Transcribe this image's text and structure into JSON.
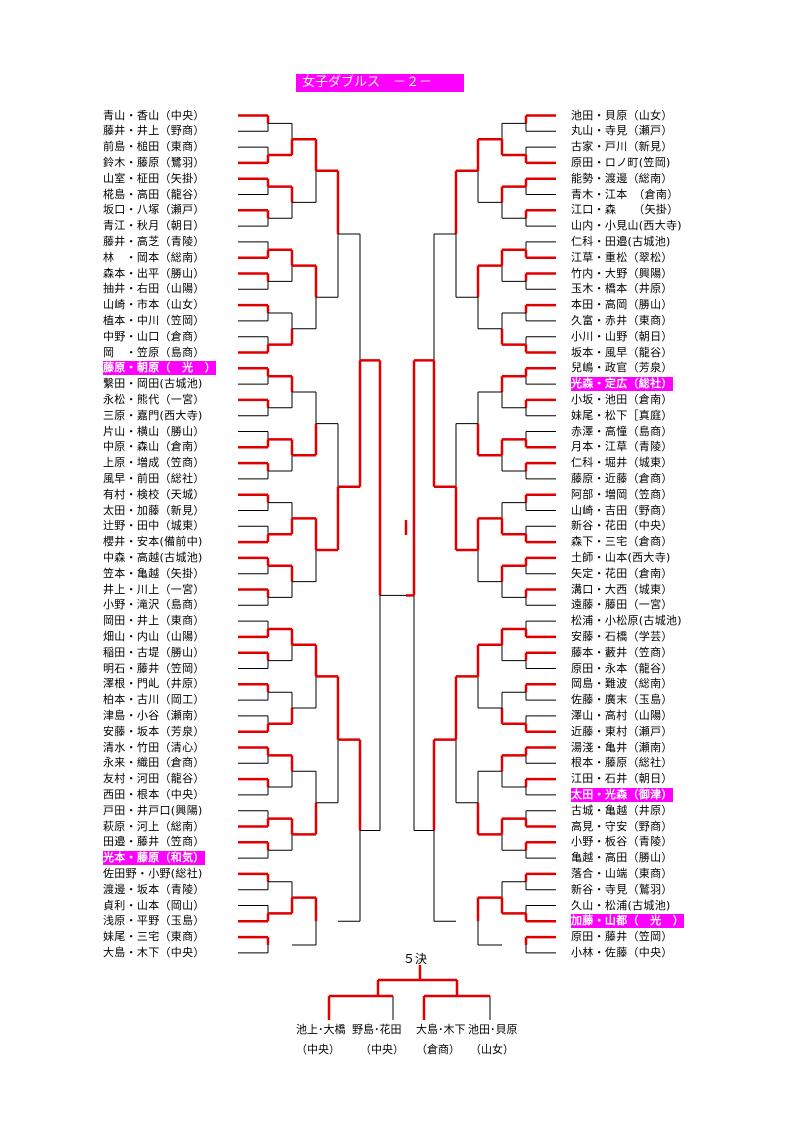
{
  "title": "女子ダブルス　－２－",
  "final_heading": "５決",
  "colors": {
    "highlight": "#ff00ff",
    "winner_line": "#e00000",
    "line": "#000000"
  },
  "left": [
    "青山・香山（中央）",
    "藤井・井上（野商）",
    "前島・槌田（東商）",
    "鈴木・藤原（鷺羽）",
    "山室・柾田（矢掛）",
    "椛島・高田（龍谷）",
    "坂口・八塚（瀬戸）",
    "青江・秋月（朝日）",
    "藤井・高芝（青陵）",
    "林　・岡本（総南）",
    "森本・出平（勝山）",
    "抽井・右田（山陽）",
    "山崎・市本（山女）",
    "植本・中川（笠岡）",
    "中野・山口（倉商）",
    "岡　・笠原（島商）",
    "藤原・朝原（　光　）",
    "繋田・岡田(古城池)",
    "永松・熊代（一宮）",
    "三原・嘉門(西大寺)",
    "片山・横山（勝山）",
    "中原・森山（倉南）",
    "上原・増成（笠商）",
    "風早・前田（総社）",
    "有村・検校（天城）",
    "太田・加藤（新見）",
    "辻野・田中（城東）",
    "櫻井・安本(備前中)",
    "中森・高越(古城池)",
    "笠本・亀越（矢掛）",
    "井上・川上（一宮）",
    "小野・滝沢（島商）",
    "岡田・井上（東商）",
    "畑山・内山（山陽）",
    "稲田・古堤（勝山）",
    "明石・藤井（笠岡）",
    "澤根・門乢（井原）",
    "柏本・古川（岡工）",
    "津島・小谷（瀬南）",
    "安藤・坂本（芳泉）",
    "清水・竹田（清心）",
    "永来・織田（倉商）",
    "友村・河田（龍谷）",
    "西田・根本（中央）",
    "戸田・井戸口(興陽)",
    "萩原・河上（総南）",
    "田邉・藤井（笠商）",
    "光本・藤原（和気）",
    "佐田野・小野(総社)",
    "渡邊・坂本（青陵）",
    "貞利・山本（岡山）",
    "浅原・平野（玉島）",
    "妹尾・三宅（東商）",
    "大島・木下（中央）"
  ],
  "right": [
    "池田・貝原（山女）",
    "丸山・寺見（瀬戸）",
    "古家・戸川（新見）",
    "原田・ロノ町(笠岡)",
    "能勢・渡邊（総南）",
    "青木・江本　（倉南）",
    "江口・森　　（矢掛）",
    "山内・小見山(西大寺)",
    "仁科・田邉(古城池)",
    "江草・重松（翠松）",
    "竹内・大野（興陽）",
    "玉木・橋本（井原）",
    "本田・高岡（勝山）",
    "久富・赤井（東商）",
    "小川・山野（朝日）",
    "坂本・風早（龍谷）",
    "兒嶋・政官（芳泉）",
    "光森・定広（総社）",
    "小坂・池田（倉南）",
    "妹尾・松下［真庭）",
    "赤澤・高憧（島商）",
    "月本・江草（青陵）",
    "仁科・堀井（城東）",
    "藤原・近藤（倉商）",
    "阿部・増岡（笠商）",
    "山崎・吉田（野商）",
    "新谷・花田（中央）",
    "森下・三宅（倉商）",
    "土師・山本(西大寺)",
    "矢定・花田（倉南）",
    "溝口・大西（城東）",
    "遠藤・藤田（一宮）",
    "松浦・小松原(古城池)",
    "安藤・石橋（学芸）",
    "藤本・藪井（笠商）",
    "原田・永本（龍谷）",
    "岡島・難波（総南）",
    "佐藤・廣末（玉島）",
    "澤山・高村（山陽）",
    "近藤・東村（瀬戸）",
    "湯淺・亀井（瀬南）",
    "根本・藤原（総社）",
    "江田・石井（朝日）",
    "太田・光森（御津）",
    "古城・亀越（井原）",
    "高見・守安（野商）",
    "小野・板谷（青陵）",
    "亀越・高田（勝山）",
    "落合・山端（東商）",
    "新谷・寺見（鷲羽）",
    "久山・松浦(古城池)",
    "加藤・山都（　光　）",
    "原田・藤井（笠岡）",
    "小林・佐藤（中央）"
  ],
  "finalists": [
    {
      "names": "池上･大橋",
      "school": "（中央）"
    },
    {
      "names": "野島･花田",
      "school": "（中央）"
    },
    {
      "names": "大島･木下",
      "school": "（倉商）"
    },
    {
      "names": "池田･貝原",
      "school": "（山女）"
    }
  ]
}
